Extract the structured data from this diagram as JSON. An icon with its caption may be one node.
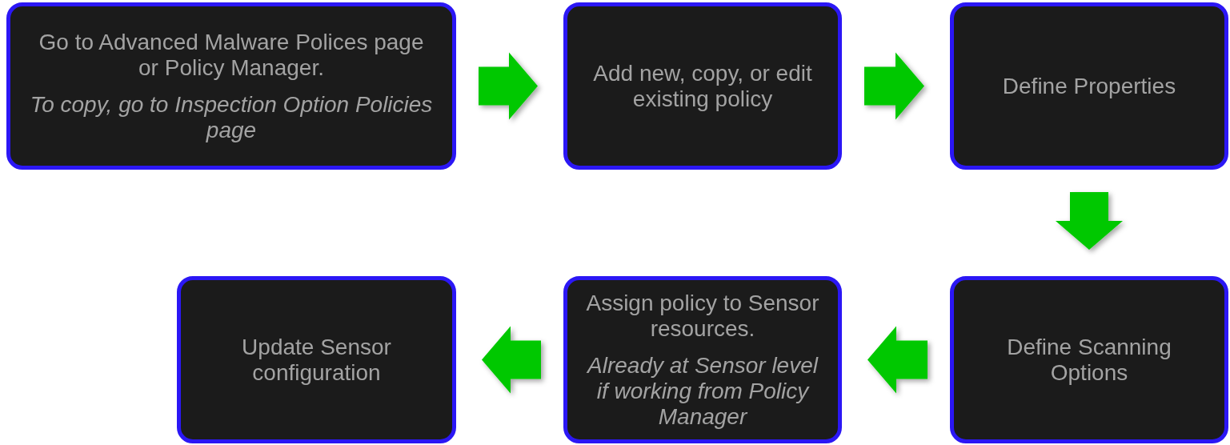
{
  "diagram": {
    "nodes": [
      {
        "text": [
          "Go to Advanced Malware Polices page or Policy Manager.",
          "To copy, go to Inspection Option Policies page"
        ]
      },
      {
        "text": [
          "Add new, copy, or edit existing policy"
        ]
      },
      {
        "text": [
          "Define Properties"
        ]
      },
      {
        "text": [
          "Define Scanning Options"
        ]
      },
      {
        "text": [
          "Assign policy to Sensor resources.",
          "Already at Sensor level if working from Policy Manager"
        ]
      },
      {
        "text": [
          "Update Sensor configuration"
        ]
      }
    ],
    "edges": [
      {
        "from": 0,
        "to": 1,
        "arrow": "to"
      },
      {
        "from": 1,
        "to": 2,
        "arrow": "to"
      },
      {
        "from": 2,
        "to": 3,
        "arrow": "to"
      },
      {
        "from": 3,
        "to": 4,
        "arrow": "to"
      },
      {
        "from": 4,
        "to": 5,
        "arrow": "to"
      }
    ]
  }
}
